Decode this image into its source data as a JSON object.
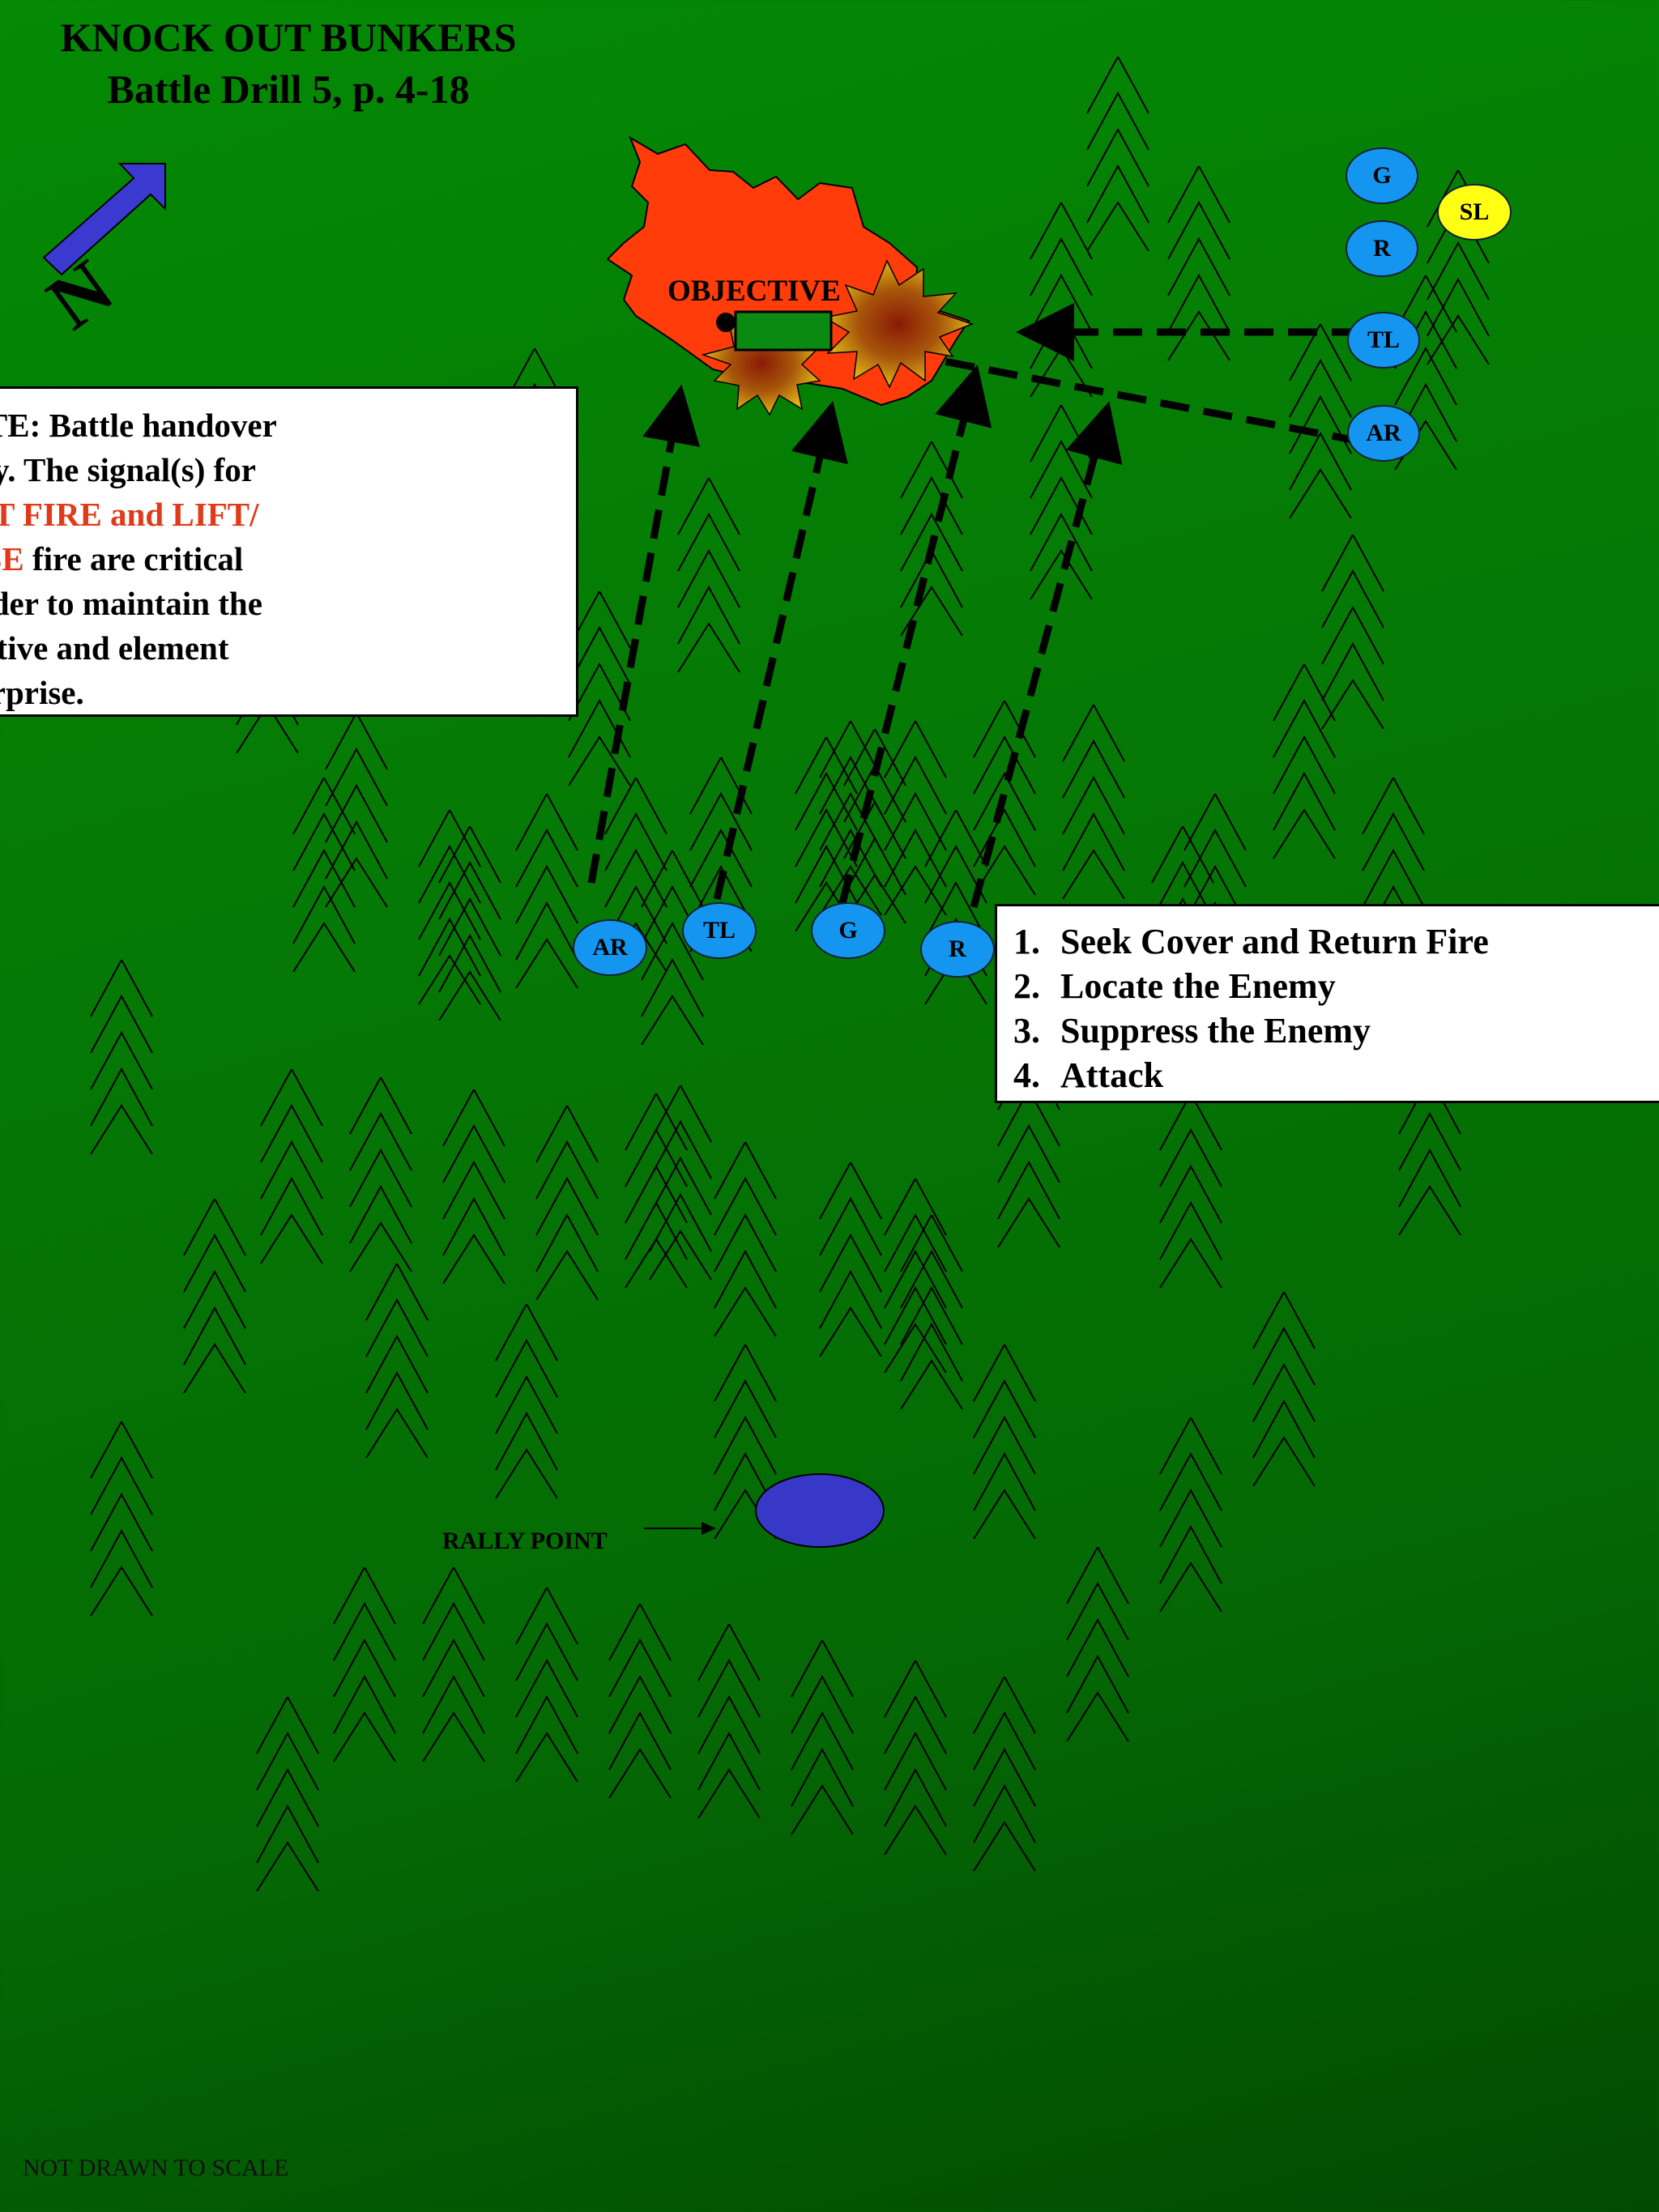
{
  "title": {
    "line1": "KNOCK OUT BUNKERS",
    "line2": "Battle Drill 5,  p. 4-18"
  },
  "north_label": "N",
  "objective_label": "OBJECTIVE",
  "note": {
    "line1": "OTE:  Battle handover",
    "line2": "key.  The signal(s) for",
    "line3_red": "IFT FIRE and LIFT/",
    "line4_red": "ASE",
    "line4_rest": " fire are critical",
    "line5": "order to maintain the",
    "line6": "tiative and element",
    "line7": "surprise."
  },
  "steps": [
    {
      "num": "1.",
      "text": "Seek Cover and Return Fire"
    },
    {
      "num": "2.",
      "text": "Locate the Enemy"
    },
    {
      "num": "3.",
      "text": "Suppress the Enemy"
    },
    {
      "num": "4.",
      "text": "Attack"
    }
  ],
  "units": {
    "support_g": "G",
    "support_r": "R",
    "support_tl": "TL",
    "support_ar": "AR",
    "squad_leader": "SL",
    "assault_ar": "AR",
    "assault_tl": "TL",
    "assault_g": "G",
    "assault_r": "R"
  },
  "rally_point_label": "RALLY POINT",
  "footnote": "NOT DRAWN TO SCALE",
  "colors": {
    "background": "#057a05",
    "team_member": "#1496f0",
    "squad_leader": "#ffff14",
    "objective_fire": "#ff3c0a",
    "north_arrow": "#3a3ad0",
    "rally_point": "#3838c8",
    "note_red_text": "#e03a1a"
  }
}
